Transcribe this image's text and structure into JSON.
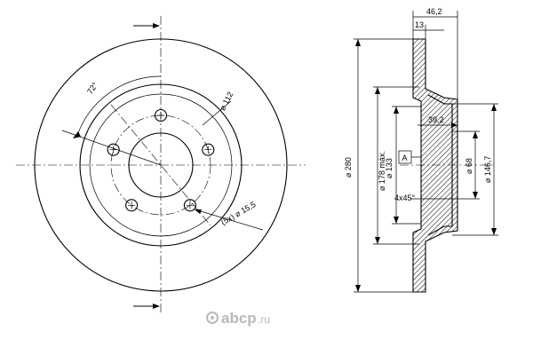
{
  "front_view": {
    "angle_label": "72°",
    "bolt_circle_label": "⌀ 112",
    "hole_label": "(5x) ⌀ 15,5"
  },
  "section_view": {
    "overall_height_label": "⌀ 280",
    "rim_diameter_label": "⌀ 178 máx.",
    "hat_diameter_label": "⌀ 133",
    "center_bore_label": "⌀ 68",
    "bore_outer_label": "⌀ 146,7",
    "overall_thickness_label": "46,2",
    "disc_thickness_label": "13",
    "hat_depth_label": "39,2",
    "chamfer_label": "4x45°",
    "datum_label": "A"
  },
  "watermark": {
    "brand": "abcp",
    "domain": ".ru"
  },
  "colors": {
    "line": "#000000",
    "watermark": "#b9b9b9",
    "background": "#ffffff"
  }
}
